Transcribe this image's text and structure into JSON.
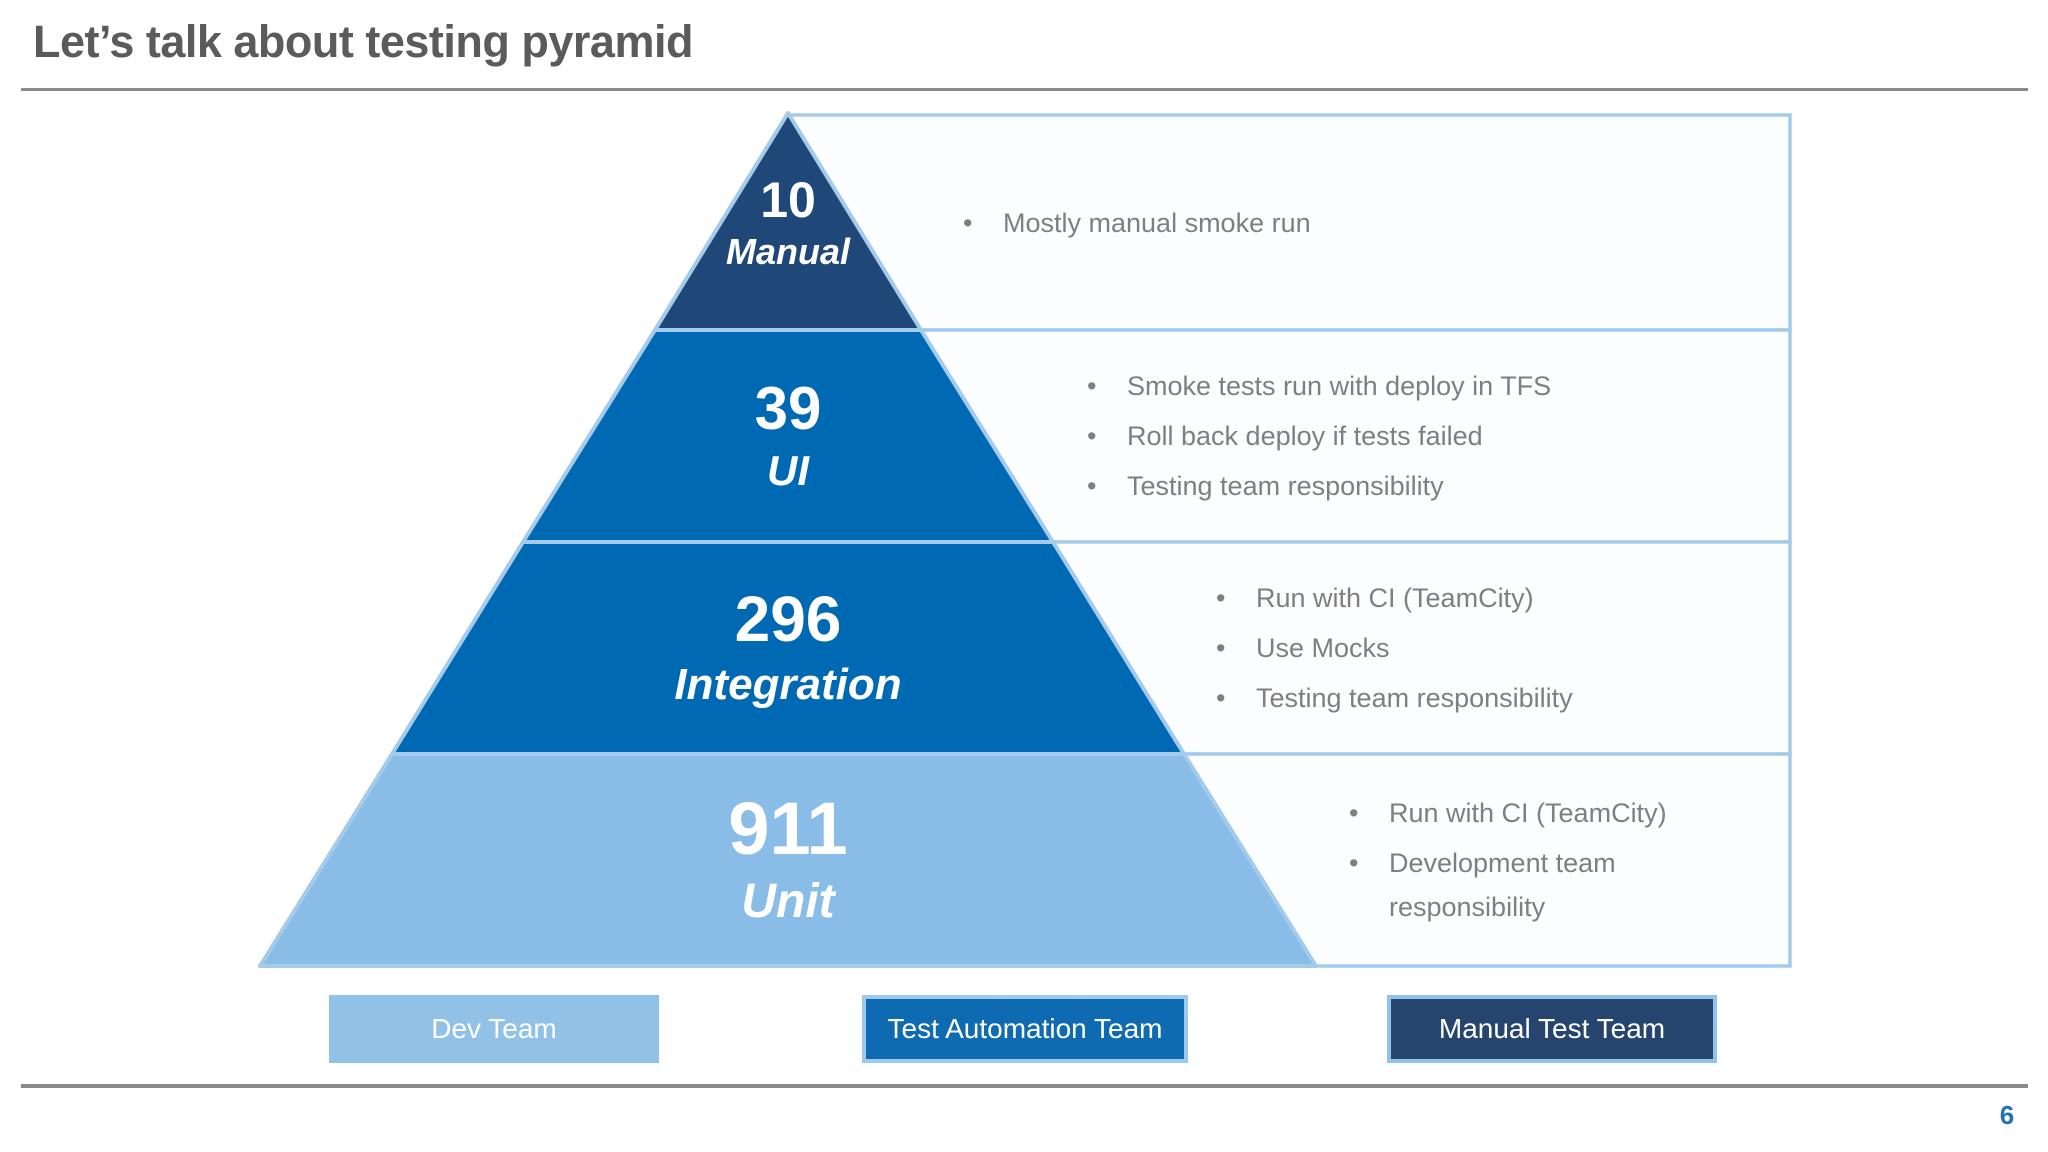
{
  "slide": {
    "title": "Let’s talk about testing pyramid",
    "title_color": "#5B5B5B",
    "page_number": "6",
    "page_number_color": "#2272B4"
  },
  "pyramid": {
    "outline_color": "#A5CBEB",
    "levels": [
      {
        "count": "10",
        "name": "Manual",
        "color": "#1F4878",
        "bullets": [
          "Mostly manual smoke run"
        ]
      },
      {
        "count": "39",
        "name": "UI",
        "color": "#0069B4",
        "bullets": [
          "Smoke tests run with deploy in TFS",
          "Roll back deploy if tests failed",
          "Testing team responsibility"
        ]
      },
      {
        "count": "296",
        "name": "Integration",
        "color": "#0069B4",
        "bullets": [
          "Run with CI (TeamCity)",
          "Use Mocks",
          "Testing team responsibility"
        ]
      },
      {
        "count": "911",
        "name": "Unit",
        "color": "#89BDE7",
        "bullets": [
          "Run with CI (TeamCity)",
          "Development team responsibility"
        ]
      }
    ]
  },
  "notes_panel": {
    "fill": "#FCFDFF",
    "bullet_color": "#7F7F7F",
    "bullet_glyph": "•"
  },
  "legend": [
    {
      "label": "Dev Team",
      "fill": "#92C1E7",
      "border": "#92C1E7",
      "text_color": "#FFFFFF"
    },
    {
      "label": "Test Automation Team",
      "fill": "#0E6BB2",
      "border": "#9CC9EE",
      "text_color": "#FFFFFF"
    },
    {
      "label": "Manual Test Team",
      "fill": "#26456E",
      "border": "#8FC3EA",
      "text_color": "#FFFFFF"
    }
  ]
}
